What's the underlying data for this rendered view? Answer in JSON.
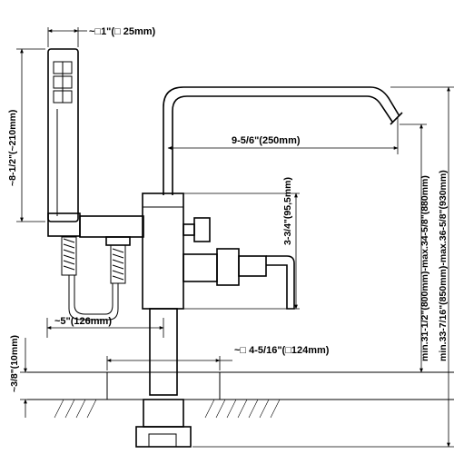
{
  "dimensions": {
    "handshower_diameter": "~□1\"(□ 25mm)",
    "handshower_length": "~8-1/2\"(~210mm)",
    "spout_reach": "9-5/6\"(250mm)",
    "body_height": "3-3/4\"(95,5mm)",
    "hose_offset": "~5\"(126mm)",
    "base_thickness": "~3/8\"(10mm)",
    "base_size": "~□ 4-5/16\"(□124mm)",
    "spout_height_range": "min.31-1/2\"(800mm)-max.34-5/8\"(880mm)",
    "overall_height_range": "min.33-7/16\"(850mm)-max.36-5/8\"(930mm)"
  },
  "colors": {
    "line": "#000000",
    "background": "#ffffff"
  }
}
